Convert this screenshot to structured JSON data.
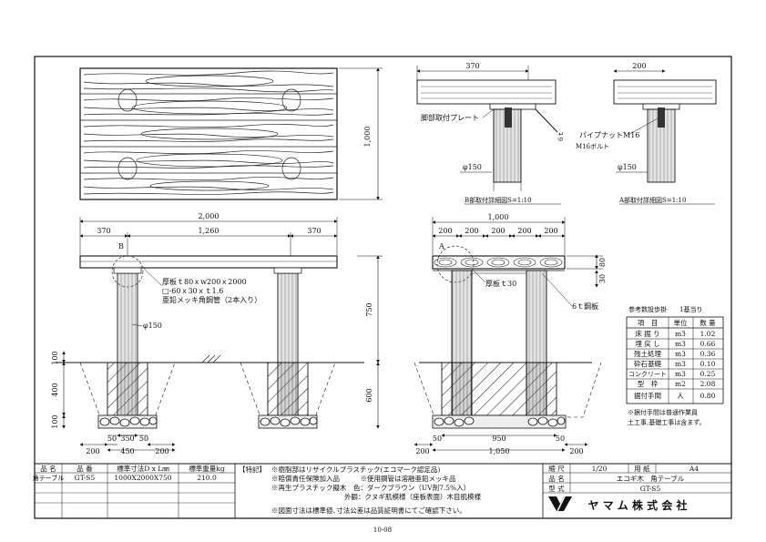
{
  "plan_view": {
    "dim_1000": "1,000"
  },
  "front_view": {
    "dim_total": "2,000",
    "dim_left": "370",
    "dim_mid": "1,260",
    "dim_right": "370",
    "marker": "B",
    "note_board": "厚板ｔ80ｘw200ｘ2000",
    "note_pipe": "□-60ｘ30ｘｔ1.6",
    "note_pipe2": "亜鉛メッキ角鋼管（2本入り）",
    "post_dia": "φ150",
    "dim_750": "750",
    "dim_600": "600",
    "dim_100a": "100",
    "dim_400": "400",
    "dim_100b": "100",
    "dim_200a": "200",
    "dim_50a": "50",
    "dim_350": "350",
    "dim_50b": "50",
    "dim_200b": "200",
    "dim_450": "450"
  },
  "side_view": {
    "dim_1000": "1,000",
    "dims_top": [
      "200",
      "200",
      "200",
      "200",
      "200"
    ],
    "marker": "A",
    "note_board": "厚板ｔ30",
    "dim_80": "80",
    "dim_30": "30",
    "note_plate": "6ｔ鋼板",
    "dim_200c": "200",
    "dim_50c": "50",
    "dim_950": "950",
    "dim_50d": "50",
    "dim_200d": "200",
    "dim_1050": "1,050"
  },
  "detail_b": {
    "dim_370": "370",
    "label_plate": "脚部取付プレート",
    "dim_6t": "6ｔ",
    "post_dia": "φ150",
    "caption": "B部取付詳細図S=1:10"
  },
  "detail_a": {
    "dim_200": "200",
    "label_nut": "パイプナットM16",
    "label_bolt": "M16ボルト",
    "post_dia": "φ150",
    "caption": "A部取付詳細図S=1:10"
  },
  "qty_table": {
    "title": "参考数設歩掛　　1基当り",
    "headers": [
      "項　目",
      "単位",
      "数 量"
    ],
    "rows": [
      [
        "床 掘 り",
        "m3",
        "1.02"
      ],
      [
        "埋 戻 し",
        "m3",
        "0.66"
      ],
      [
        "残土処理",
        "m3",
        "0.36"
      ],
      [
        "砕石基礎",
        "m3",
        "0.10"
      ],
      [
        "コンクリート",
        "m3",
        "0.25"
      ],
      [
        "型　枠",
        "m2",
        "2.08"
      ],
      [
        "据付手間",
        "人",
        "0.80"
      ]
    ],
    "note1": "※据付手間は普通作業員",
    "note2": "土工事,基礎工事は含まず。"
  },
  "spec_table": {
    "headers": [
      "品 名",
      "品 番",
      "標準寸法D x L㎜",
      "標準重量kg"
    ],
    "row": [
      "角テーブル",
      "GT-S5",
      "1000X2000X750",
      "210.0"
    ]
  },
  "notes": {
    "title": "【特記】",
    "lines": [
      "※樹脂部はリサイクルプラスチック(エコマーク認定品)",
      "※賠償責任保険加入品　　　※使用鋼管は溶融亜鉛メッキ品",
      "※再生プラスチック擬木　色：ダークブラウン（UV剤7.5%入）",
      "外観：クヌギ肌模様（座板表面）木目肌模様",
      "※図面寸法は標準値､寸法公差は品質証明書にてご確認下さい。"
    ]
  },
  "title_block": {
    "scale_label": "縮 尺",
    "scale": "1/20",
    "paper_label": "用 紙",
    "paper": "A4",
    "name_label": "品 名",
    "name": "エコギ木　角テーブル",
    "model_label": "型 式",
    "model": "GT-S5",
    "company": "ヤ マ ム 株 式 会 社"
  },
  "page_no": "10-08"
}
